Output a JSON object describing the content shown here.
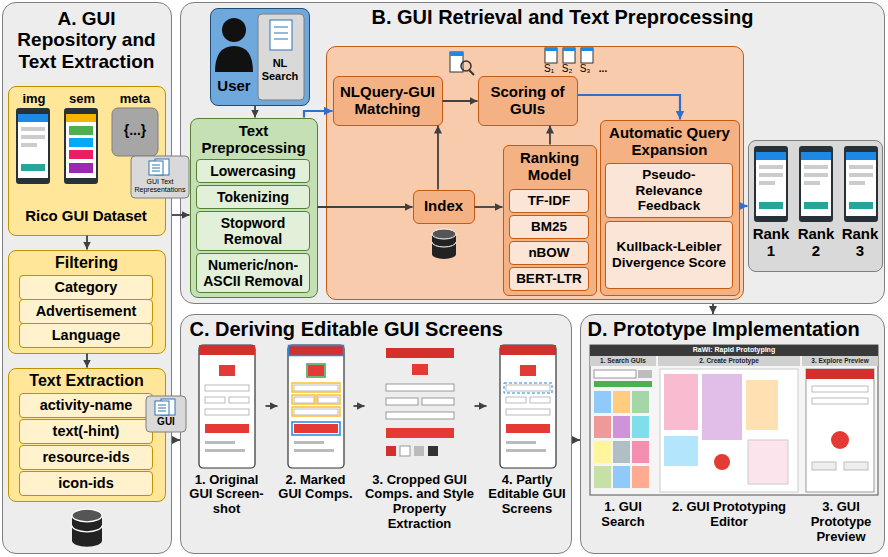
{
  "diagram": {
    "nodes": [
      {
        "text": [
          "A. GUI Repository and Text Extraction"
        ]
      },
      {
        "text": [
          "Rico GUI Dataset"
        ],
        "in": 0
      },
      {
        "text": [
          "Filtering"
        ],
        "in": 0
      },
      {
        "text": [
          "Category"
        ],
        "in": 2
      },
      {
        "text": [
          "Advertisement"
        ],
        "in": 2
      },
      {
        "text": [
          "Language"
        ],
        "in": 2
      },
      {
        "text": [
          "Text Extraction"
        ],
        "in": 0
      },
      {
        "text": [
          "activity-name"
        ],
        "in": 6
      },
      {
        "text": [
          "text(-hint)"
        ],
        "in": 6
      },
      {
        "text": [
          "resource-ids"
        ],
        "in": 6
      },
      {
        "text": [
          "icon-ids"
        ],
        "in": 6
      },
      {
        "text": [
          "B. GUI Retrieval and Text Preprocessing"
        ]
      },
      {
        "text": [
          "User",
          "NL Search"
        ],
        "in": 11
      },
      {
        "text": [
          "Text Preprocessing"
        ],
        "in": 11
      },
      {
        "text": [
          "Lowercasing"
        ],
        "in": 13
      },
      {
        "text": [
          "Tokenizing"
        ],
        "in": 13
      },
      {
        "text": [
          "Stopword Removal"
        ],
        "in": 13
      },
      {
        "text": [
          "Numeric/non-ASCII Removal"
        ],
        "in": 13
      },
      {
        "text": [
          "NLQuery-GUI Matching"
        ],
        "in": 11
      },
      {
        "text": [
          "Scoring of GUIs"
        ],
        "in": 11
      },
      {
        "text": [
          "Index"
        ],
        "in": 11
      },
      {
        "text": [
          "Ranking Model"
        ],
        "in": 11
      },
      {
        "text": [
          "TF-IDF"
        ],
        "in": 21
      },
      {
        "text": [
          "BM25"
        ],
        "in": 21
      },
      {
        "text": [
          "nBOW"
        ],
        "in": 21
      },
      {
        "text": [
          "BERT-LTR"
        ],
        "in": 21
      },
      {
        "text": [
          "Automatic Query Expansion"
        ],
        "in": 11
      },
      {
        "text": [
          "Pseudo-Relevance Feedback"
        ],
        "in": 26
      },
      {
        "text": [
          "Kullback-Leibler Divergence Score"
        ],
        "in": 26
      },
      {
        "text": [
          "Rank 1",
          "Rank 2",
          "Rank 3"
        ],
        "in": 11
      },
      {
        "text": [
          "C. Deriving Editable GUI Screens"
        ]
      },
      {
        "text": [
          "1. Original GUI Screen-shot"
        ],
        "in": 30
      },
      {
        "text": [
          "2. Marked GUI Comps."
        ],
        "in": 30
      },
      {
        "text": [
          "3. Cropped GUI Comps. and Style Property Extraction"
        ],
        "in": 30
      },
      {
        "text": [
          "4. Partly Editable GUI Screens"
        ],
        "in": 30
      },
      {
        "text": [
          "D. Prototype Implementation"
        ]
      }
    ],
    "edges": [
      {
        "from": 1,
        "to": 2,
        "arrow": "to"
      },
      {
        "from": 2,
        "to": 6,
        "arrow": "to"
      },
      {
        "from": 0,
        "to": 13,
        "label": "GUI Text Representations",
        "arrow": "to"
      },
      {
        "from": 0,
        "to": 30,
        "label": "GUI",
        "arrow": "to"
      },
      {
        "from": 12,
        "to": 13,
        "arrow": "to"
      },
      {
        "from": 13,
        "to": 18,
        "arrow": "to"
      },
      {
        "from": 13,
        "to": 20,
        "arrow": "to"
      },
      {
        "from": 20,
        "to": 18,
        "arrow": "to"
      },
      {
        "from": 20,
        "to": 21,
        "arrow": "to"
      },
      {
        "from": 21,
        "to": 19,
        "arrow": "to"
      },
      {
        "from": 18,
        "to": 19,
        "arrow": "to"
      },
      {
        "from": 19,
        "to": 26,
        "arrow": "to"
      },
      {
        "from": 26,
        "to": 29,
        "arrow": "to"
      },
      {
        "from": 11,
        "to": 35,
        "arrow": "to"
      },
      {
        "from": 31,
        "to": 32,
        "arrow": "to"
      },
      {
        "from": 32,
        "to": 33,
        "arrow": "to"
      },
      {
        "from": 33,
        "to": 34,
        "arrow": "to"
      },
      {
        "from": 30,
        "to": 35,
        "arrow": "to"
      }
    ],
    "labels": [
      "img",
      "sem",
      "meta",
      "{...}",
      "S₁",
      "S₂",
      "S₃",
      "...",
      "RaWi: Rapid Prototyping",
      "1. Search GUIs",
      "2. Create Prototype",
      "3. Explore Preview",
      "1. GUI Search",
      "2. GUI Prototyping Editor",
      "3. GUI Prototype Preview"
    ]
  }
}
